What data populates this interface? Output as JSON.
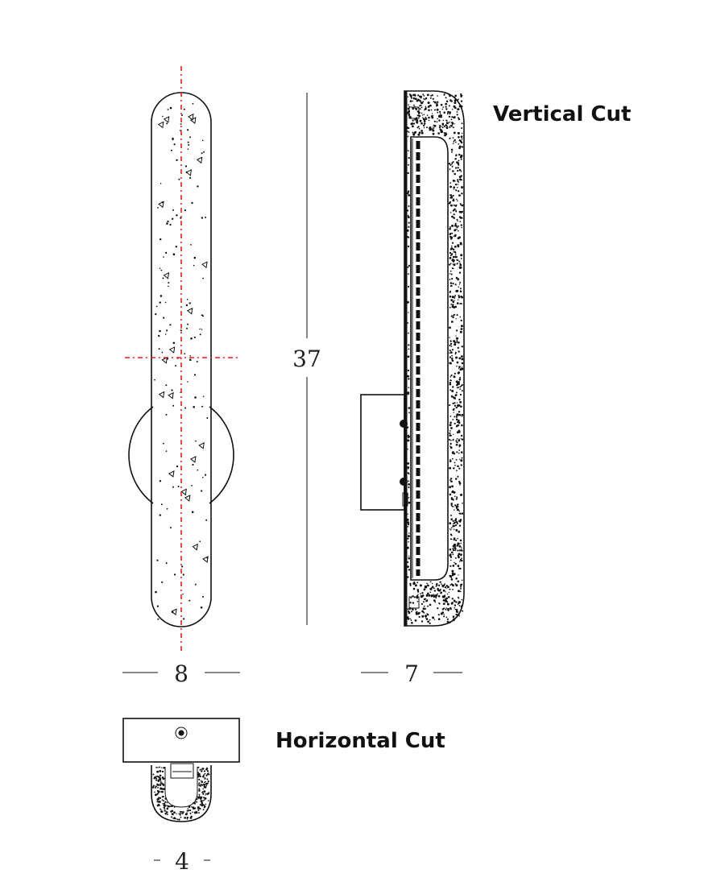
{
  "labels": {
    "vertical_cut": "Vertical Cut",
    "horizontal_cut": "Horizontal Cut"
  },
  "dimensions": {
    "height": "37",
    "front_width": "8",
    "side_depth": "7",
    "section_width": "4"
  },
  "colors": {
    "line": "#111111",
    "centerline": "#e02020",
    "text": "#222222"
  }
}
